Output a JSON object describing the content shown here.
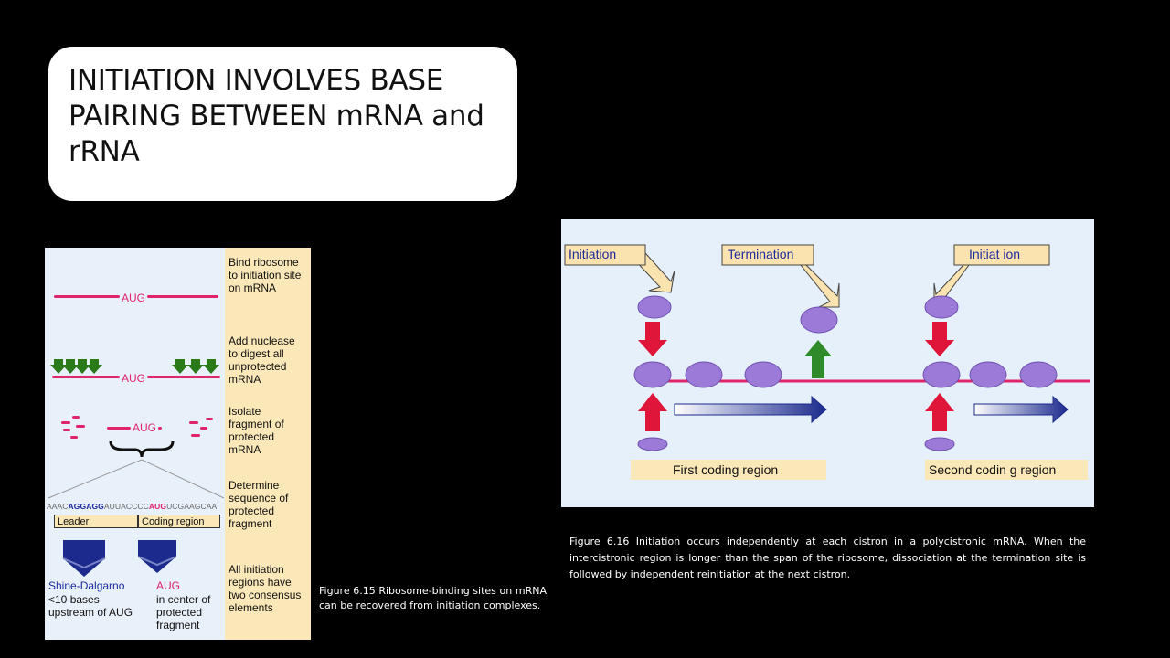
{
  "slide": {
    "title": "INITIATION INVOLVES BASE\nPAIRING BETWEEN mRNA and\nrRNA"
  },
  "figure_15": {
    "steps": [
      "Bind ribosome\nto initiation site\non mRNA",
      "Add nuclease\nto digest all\nunprotected\nmRNA",
      "Isolate\nfragment of\nprotected\nmRNA",
      "Determine\nsequence of\nprotected\nfragment",
      "All initiation\nregions have\ntwo consensus\nelements"
    ],
    "aug_label": "AUG",
    "sequence": {
      "pre": "AAAC",
      "shine_dalgarno": "AGGAGG",
      "mid": "AUUACCCC",
      "start": "AUG",
      "post": "UCGAAGCAA"
    },
    "leader_label": "Leader",
    "coding_label": "Coding region",
    "shine_dalgarno_title": "Shine-Dalgarno",
    "shine_dalgarno_desc": "<10 bases\nupstream of AUG",
    "aug_desc": "in center of\nprotected\nfragment",
    "caption": "Figure 6.15 Ribosome-binding sites on mRNA can be recovered from initiation complexes.",
    "colors": {
      "mrna": "#e0246a",
      "panel": "#e8f0fa",
      "side": "#fbe8b8",
      "arrow": "#2b7a1a",
      "chevron": "#1b2a8c"
    }
  },
  "figure_16": {
    "callouts": [
      "Initiation",
      "Termination",
      "Initiat ion"
    ],
    "first_region": "First coding region",
    "second_region": "Second codin g region",
    "caption": "Figure 6.16 Initiation occurs independently at each cistron in a polycistronic mRNA. When the intercistronic region is longer than the span of the ribosome, dissociation at the termination site is followed by independent reinitiation at the next cistron.",
    "colors": {
      "mrna": "#e0246a",
      "ribosome": "#9c7ad8",
      "down_arrow": "#e0153a",
      "up_arrow": "#2f8a2a",
      "panel": "#e6f0fa",
      "callout": "#fbe3b0"
    }
  }
}
